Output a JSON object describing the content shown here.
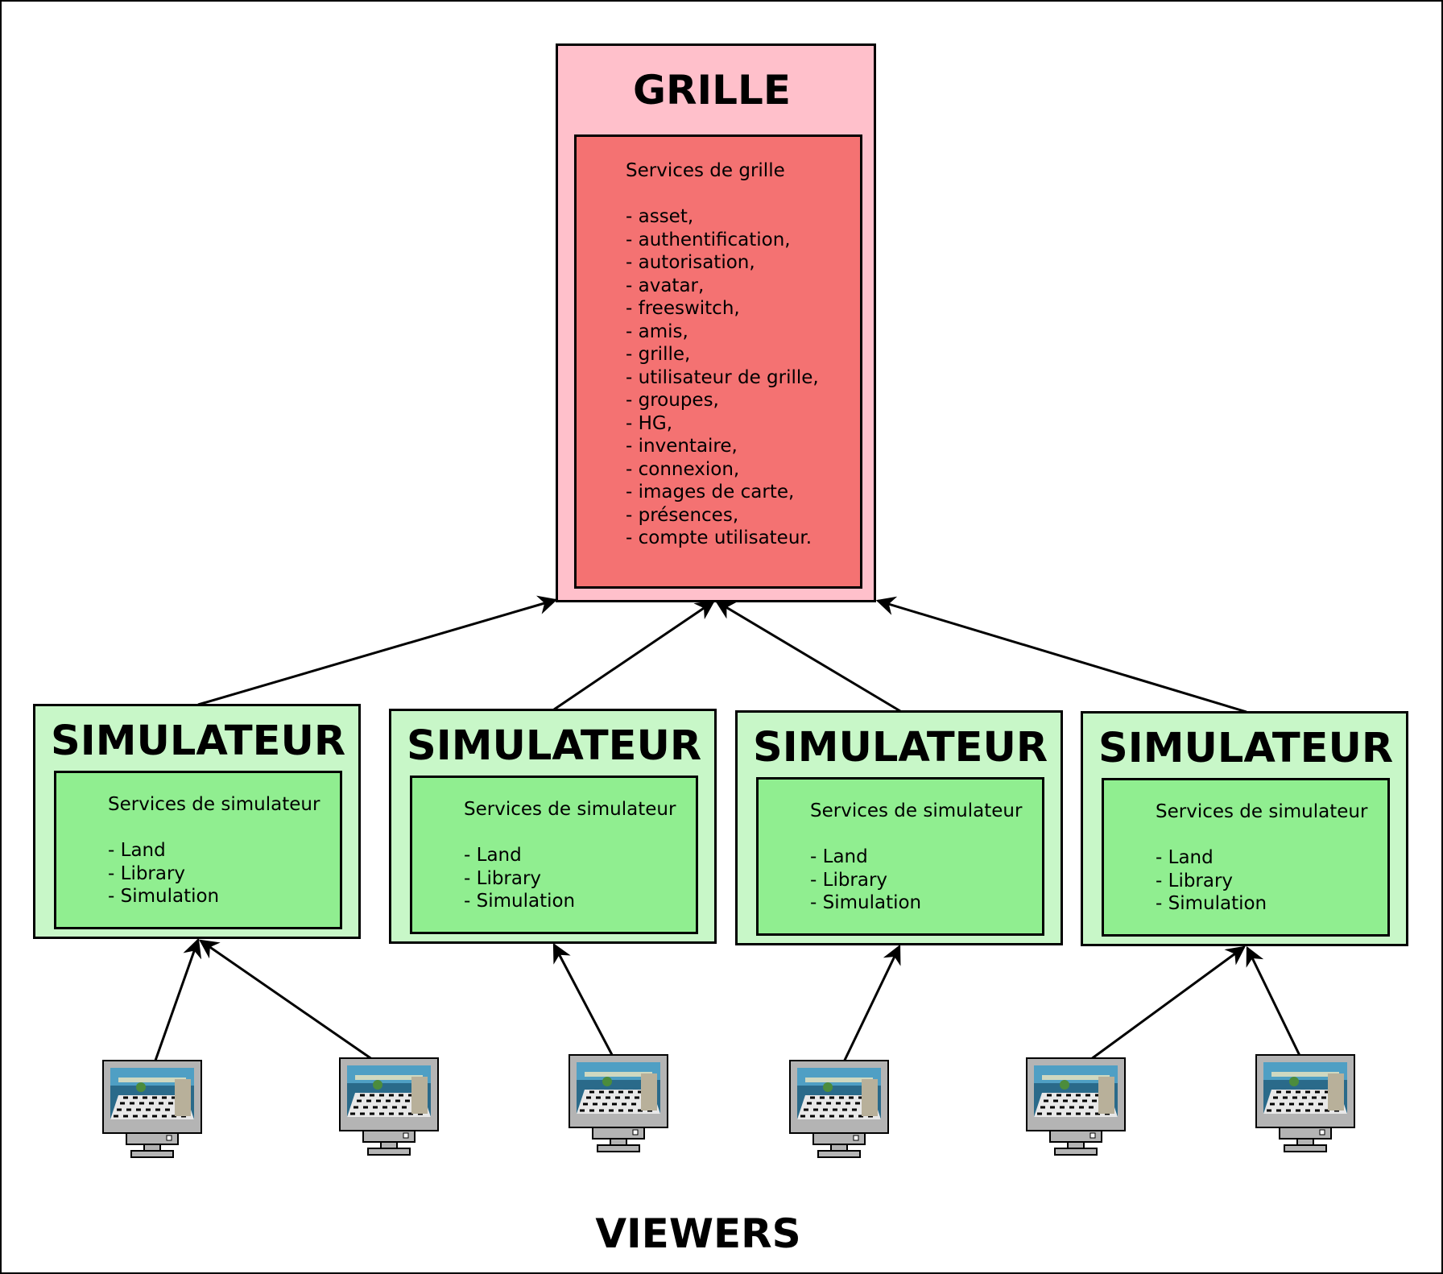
{
  "grid": {
    "title": "GRILLE",
    "services_title": "Services de grille",
    "services": [
      "asset,",
      "authentification,",
      "autorisation,",
      "avatar,",
      "freeswitch,",
      "amis,",
      "grille,",
      "utilisateur de grille,",
      "groupes,",
      "HG,",
      "inventaire,",
      "connexion,",
      "images de carte,",
      "présences,",
      "compte utilisateur."
    ]
  },
  "simulators": [
    {
      "title": "SIMULATEUR",
      "services_title": "Services de simulateur",
      "services": [
        "Land",
        "Library",
        "Simulation"
      ],
      "viewer_count": 2
    },
    {
      "title": "SIMULATEUR",
      "services_title": "Services de simulateur",
      "services": [
        "Land",
        "Library",
        "Simulation"
      ],
      "viewer_count": 1
    },
    {
      "title": "SIMULATEUR",
      "services_title": "Services de simulateur",
      "services": [
        "Land",
        "Library",
        "Simulation"
      ],
      "viewer_count": 1
    },
    {
      "title": "SIMULATEUR",
      "services_title": "Services de simulateur",
      "services": [
        "Land",
        "Library",
        "Simulation"
      ],
      "viewer_count": 2
    }
  ],
  "viewers_label": "VIEWERS",
  "icons": {
    "viewer": "monitor-icon",
    "arrow": "arrow-icon"
  },
  "colors": {
    "grid_outer": "#ffc0cb",
    "grid_inner": "#f47272",
    "simulator_outer": "#c8f7c8",
    "simulator_inner": "#90ee90",
    "stroke": "#000000"
  }
}
